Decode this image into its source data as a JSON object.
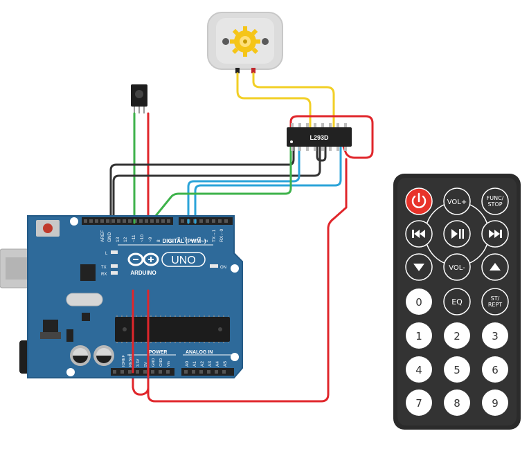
{
  "chip": {
    "label": "L293D"
  },
  "arduino": {
    "pins_top": [
      "AREF",
      "GND",
      "13",
      "12",
      "~11",
      "~10",
      "~9",
      "8",
      "7",
      "~6",
      "~5",
      "4",
      "~3",
      "2",
      "TX→1",
      "RX←0"
    ],
    "digital_label": "DIGITAL (PWM~)",
    "led_L": "L",
    "led_TX": "TX",
    "led_RX": "RX",
    "brand": "ARDUINO",
    "model": "UNO",
    "on_label": "ON",
    "power_label": "POWER",
    "analog_label": "ANALOG IN",
    "pins_power": [
      "IOREF",
      "RESET",
      "3.3V",
      "5V",
      "GND",
      "GND",
      "Vin"
    ],
    "pins_analog": [
      "A0",
      "A1",
      "A2",
      "A3",
      "A4",
      "A5"
    ]
  },
  "remote": {
    "buttons": {
      "power": "",
      "vol_up": "VOL+",
      "func_stop_1": "FUNC/",
      "func_stop_2": "STOP",
      "prev": "",
      "play_pause": "",
      "next": "",
      "down": "",
      "vol_down": "VOL-",
      "up": "",
      "zero": "0",
      "eq": "EQ",
      "st_rept_1": "ST/",
      "st_rept_2": "REPT",
      "n1": "1",
      "n2": "2",
      "n3": "3",
      "n4": "4",
      "n5": "5",
      "n6": "6",
      "n7": "7",
      "n8": "8",
      "n9": "9"
    }
  },
  "colors": {
    "board": "#2e6a9a",
    "board_dark": "#1f4f78",
    "wire_red": "#e0262b",
    "wire_black": "#333333",
    "wire_green": "#3db24a",
    "wire_blue": "#2aa3d8",
    "wire_yellow": "#f2cf25",
    "remote_body": "#2b2b2b",
    "power_btn": "#e8332a"
  }
}
